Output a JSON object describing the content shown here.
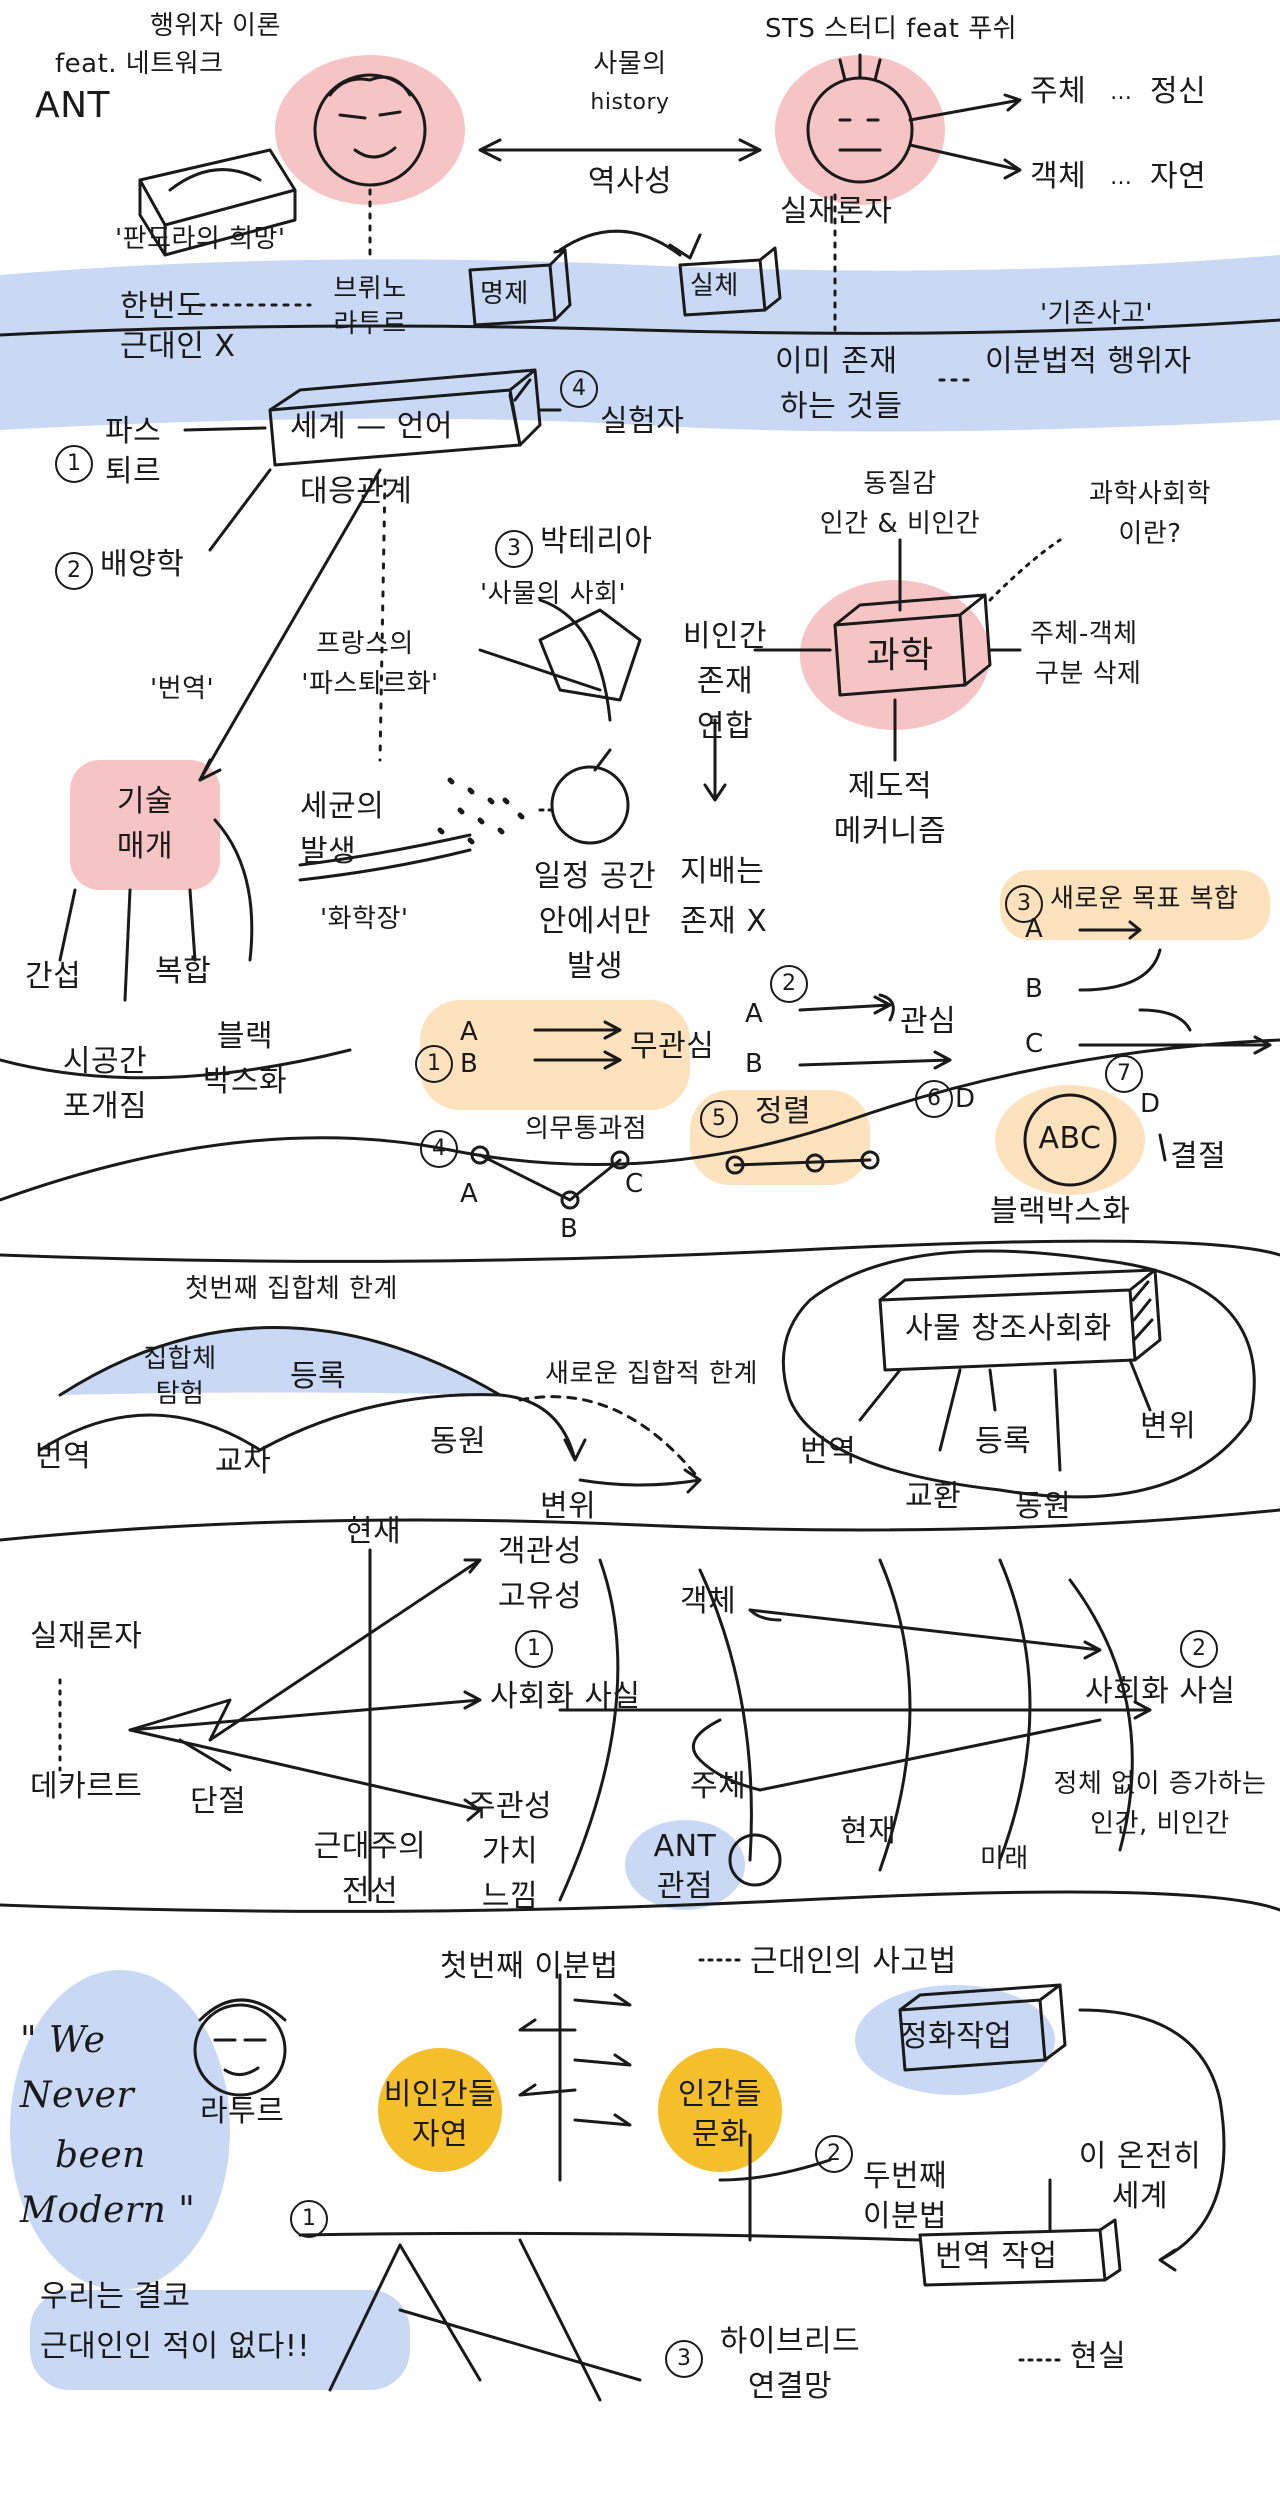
{
  "colors": {
    "ink": "#1a1a1a",
    "blue_band": "#c9d8f5",
    "pink_highlight": "#f6c4c4",
    "peach_highlight": "#fde2bd",
    "gold": "#f4bf2a",
    "yellow_box": "#f5c242"
  },
  "sec1": {
    "left_title_line1": "행위자 이론",
    "left_title_line2": "feat. 네트워크",
    "ant": "ANT",
    "pandora": "'판도라의 희망'",
    "things_label_line1": "사물의",
    "things_label_line2": "history",
    "historicity": "역사성",
    "right_title": "STS 스터디 feat 푸쉬",
    "subject": "주체",
    "spirit": "정신",
    "object": "객체",
    "nature": "자연",
    "realist": "실재론자",
    "dots1": "…",
    "dots2": "…"
  },
  "sec2": {
    "han_line1": "한번도",
    "han_line2": "근대인 X",
    "latour_line1": "브뤼노",
    "latour_line2": "라투르",
    "myeongje": "명제",
    "silche": "실체",
    "already_line1": "이미 존재",
    "already_line2": "하는 것들",
    "basic_quote": "'기존사고'",
    "dualism": "이분법적 행위자",
    "world_language": "세계 — 언어",
    "experimenter": "실험자",
    "correspondence": "대응관계",
    "pasteur_line1": "파스",
    "pasteur_line2": "퇴르",
    "bacteria_studies": "배양학",
    "microbe": "박테리아",
    "sociology_of_things": "'사물의 사회'",
    "homogeneous_line1": "동질감",
    "homogeneous_line2": "인간 & 비인간",
    "what_is_sci_line1": "과학사회학",
    "what_is_sci_line2": "이란?",
    "nonhuman_line1": "비인간",
    "nonhuman_line2": "존재",
    "nonhuman_line3": "연합",
    "science": "과학",
    "subject_object_line1": "주체-객체",
    "subject_object_line2": "구분 삭제",
    "french_line1": "프랑스의",
    "french_line2": "'파스퇴르화'",
    "translation_quote": "'번역'",
    "institutional_line1": "제도적",
    "institutional_line2": "메커니즘",
    "tech_line1": "기술",
    "tech_line2": "매개",
    "germ_line1": "세균의",
    "germ_line2": "발생",
    "intermediary": "'화학장'",
    "certain_line1": "일정 공간",
    "certain_line2": "안에서만",
    "certain_line3": "발생",
    "dominant": "지배는",
    "exist_x": "존재 X",
    "interference": "간섭",
    "composite": "복합",
    "spacetime_line1": "시공간",
    "spacetime_line2": "포개짐",
    "blackbox_line1": "블랙",
    "blackbox_line2": "박스화",
    "step1": "1",
    "step2": "2",
    "step3": "3",
    "step4": "4",
    "step5": "5",
    "step6": "6",
    "step7": "7"
  },
  "sec3": {
    "new_goal": "새로운 목표 복합",
    "node_a": "A",
    "node_b": "B",
    "node_c": "C",
    "node_d": "D",
    "irrelevant": "무관심",
    "interest": "관심",
    "obligatory": "의무통과점",
    "alignment": "정렬",
    "abc": "ABC",
    "blackboxing": "블랙박스화",
    "connect": "결절"
  },
  "sec4": {
    "first_collective": "첫번째 집합체 한계",
    "collective_line1": "집합체",
    "collective_line2": "탐험",
    "register": "등록",
    "translation": "번역",
    "crossing": "교차",
    "mobilize": "동원",
    "new_collective": "새로운 집합적 한계",
    "displacement": "변위",
    "thing_socialization": "사물 창조사회화",
    "box_translation": "번역",
    "box_register": "등록",
    "box_exchange": "교환",
    "box_mobilize": "동원",
    "box_displacement": "변위"
  },
  "sec5": {
    "present": "현재",
    "objectivity_line1": "객관성",
    "objectivity_line2": "고유성",
    "realist": "실재론자",
    "descartes": "데카르트",
    "rupture": "단절",
    "modern_line1": "근대주의",
    "modern_line2": "전선",
    "socialization1": "사회화 사실",
    "subjective_line1": "주관성",
    "subjective_line2": "가치",
    "subjective_line3": "느낌",
    "object": "객체",
    "subject": "주체",
    "ant_line1": "ANT",
    "ant_line2": "관점",
    "present2": "현재",
    "future": "미래",
    "socialization2": "사회화 사실",
    "degree_line1": "정체 없이 증가하는",
    "degree_line2": "인간, 비인간"
  },
  "sec6": {
    "first_dualism": "첫번째 이분법",
    "modern_thought": "근대인의 사고법",
    "latour_label": "라투르",
    "quote_line1": "\" We",
    "quote_line2": "Never",
    "quote_line3": "been",
    "quote_line4": "Modern \"",
    "korean_quote_line1": "우리는 결코",
    "korean_quote_line2": "근대인인 적이 없다!!",
    "nonhuman_nature_line1": "비인간들",
    "nonhuman_nature_line2": "자연",
    "human_culture_line1": "인간들",
    "human_culture_line2": "문화",
    "purification": "정화작업",
    "second_dualism_line1": "두번째",
    "second_dualism_line2": "이분법",
    "modern_world_line1": "이 온전히",
    "modern_world_line2": "세계",
    "translation_work": "번역 작업",
    "hybrid_line1": "하이브리드",
    "hybrid_line2": "연결망",
    "reality": "현실"
  }
}
